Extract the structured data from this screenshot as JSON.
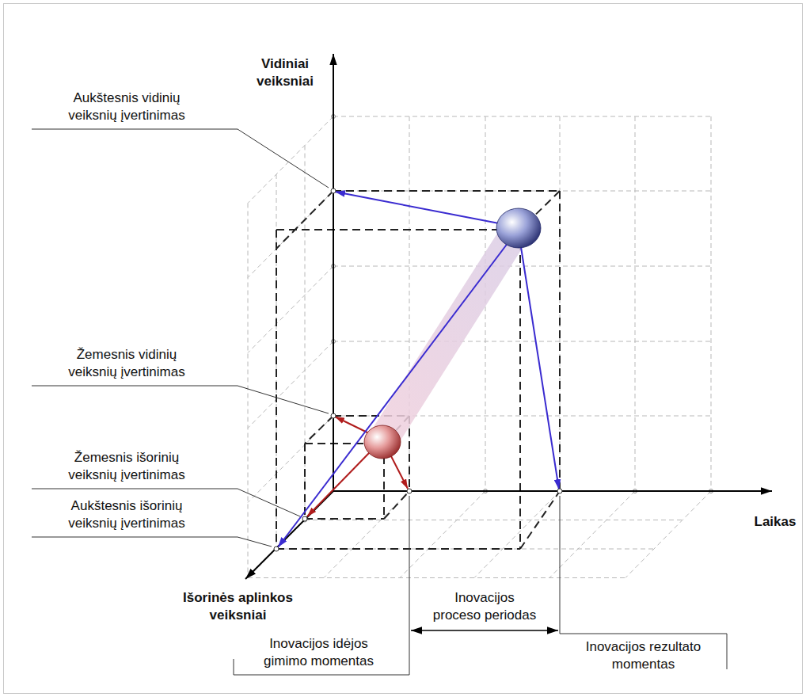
{
  "diagram": {
    "labels": [
      "Vidiniai veiksniai",
      "Aukštesnis vidinių veiksnių įvertinimas",
      "Žemesnis vidinių veiksnių įvertinimas",
      "Žemesnis išorinių veiksnių įvertinimas",
      "Aukštesnis išorinių veiksnių įvertinimas",
      "Laikas",
      "Išorinės aplinkos veiksniai",
      "Inovacijos proceso periodas",
      "Inovacijos idėjos gimimo momentas",
      "Inovacijos rezultato momentas"
    ]
  }
}
